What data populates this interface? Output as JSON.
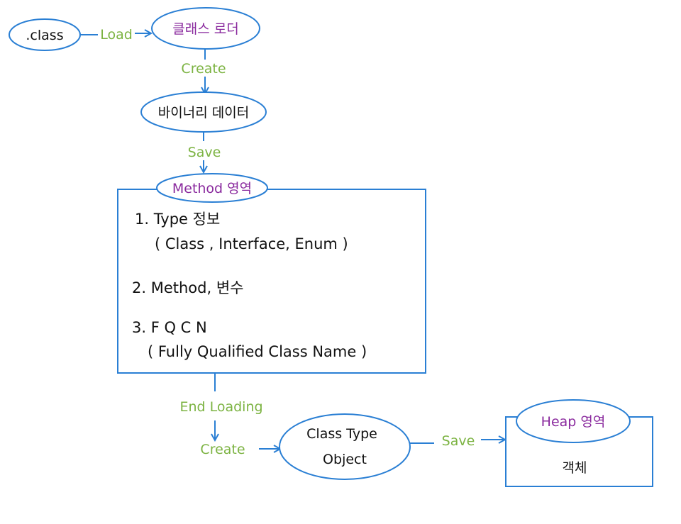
{
  "colors": {
    "stroke": "#2a7fd4",
    "edge_label": "#7cb342",
    "region_title": "#8a2a9e",
    "text": "#111111"
  },
  "nodes": {
    "class_file": ".class",
    "class_loader": "클래스 로더",
    "binary_data": "바이너리 데이터",
    "method_area_title": "Method 영역",
    "class_type_object_line1": "Class Type",
    "class_type_object_line2": "Object",
    "heap_area_title": "Heap 영역",
    "heap_object": "객체"
  },
  "edges": {
    "load": "Load",
    "create_1": "Create",
    "save_1": "Save",
    "end_loading": "End Loading",
    "create_2": "Create",
    "save_2": "Save"
  },
  "method_area_items": {
    "item1_line1": "1.  Type 정보",
    "item1_line2": "( Class , Interface, Enum )",
    "item2": "2. Method,  변수",
    "item3_line1": "3. F Q C N",
    "item3_line2": "( Fully  Qualified  Class Name )"
  }
}
